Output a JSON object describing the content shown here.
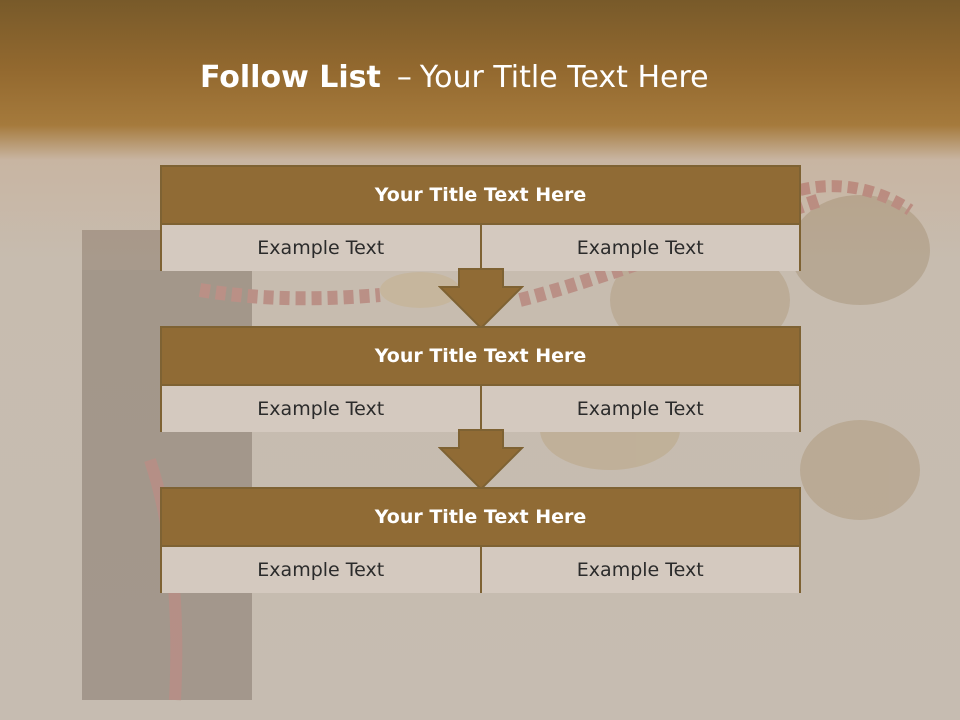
{
  "slide": {
    "title_bold": "Follow List",
    "title_sep": "–",
    "title_rest": "Your Title Text Here"
  },
  "steps": [
    {
      "title": "Your Title Text Here",
      "left": "Example Text",
      "right": "Example Text"
    },
    {
      "title": "Your Title Text Here",
      "left": "Example Text",
      "right": "Example Text"
    },
    {
      "title": "Your Title Text Here",
      "left": "Example Text",
      "right": "Example Text"
    }
  ],
  "colors": {
    "header_fill": "#906b35",
    "border": "#7e6233",
    "cell_fill": "#d4c9bf",
    "top_band": "#93692f"
  }
}
